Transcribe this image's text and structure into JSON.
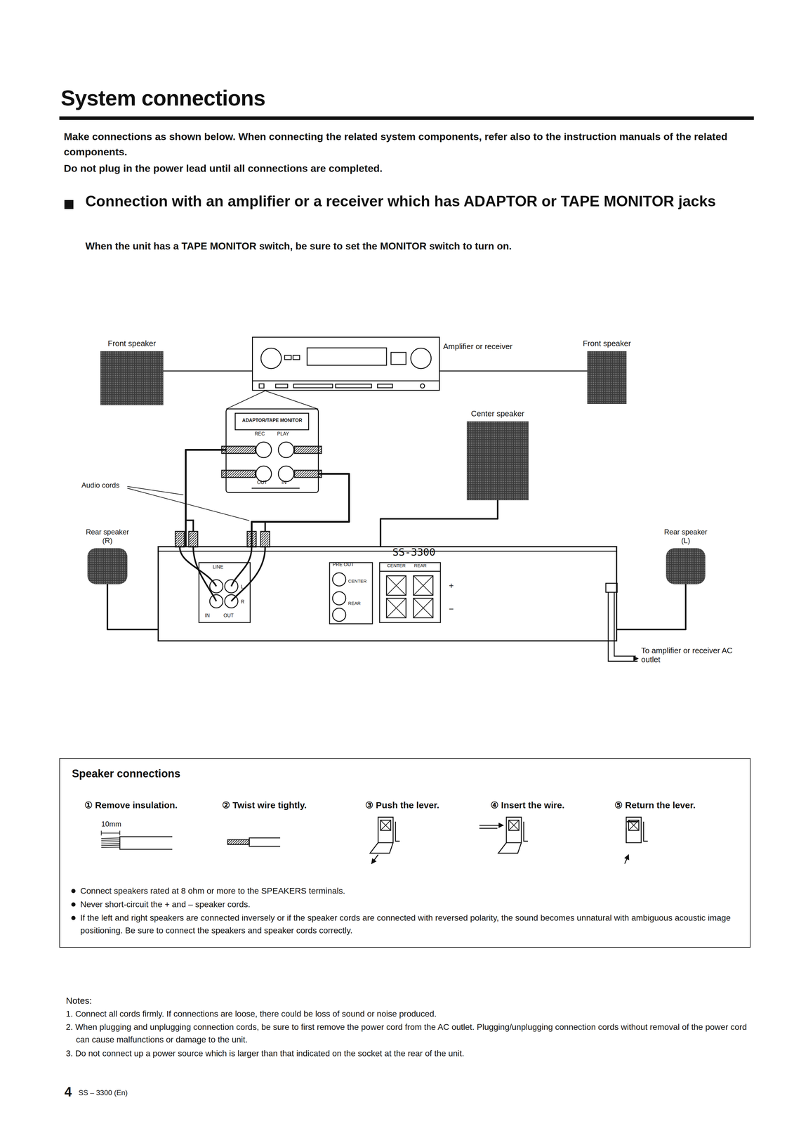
{
  "diagram": {
    "title": "System connections",
    "nodes": [
      {
        "text": [
          "Front speaker"
        ]
      },
      {
        "text": [
          "Amplifier or receiver"
        ]
      },
      {
        "text": [
          "Front speaker"
        ]
      },
      {
        "text": [
          "ADAPTOR/TAPE MONITOR"
        ]
      },
      {
        "text": [
          "Center speaker"
        ]
      },
      {
        "text": [
          "Rear speaker (R)"
        ]
      },
      {
        "text": [
          "SS-3300"
        ]
      },
      {
        "text": [
          "Rear speaker (L)"
        ]
      },
      {
        "text": [
          "Speaker connections"
        ]
      }
    ],
    "edges": [
      {
        "from": 0,
        "to": 1,
        "arrow": "none"
      },
      {
        "from": 1,
        "to": 2,
        "arrow": "none"
      },
      {
        "from": 4,
        "to": 6,
        "arrow": "none"
      },
      {
        "from": 5,
        "to": 6,
        "arrow": "none"
      },
      {
        "from": 7,
        "to": 6,
        "arrow": "none"
      },
      {
        "from": 3,
        "to": 6,
        "arrow": "none"
      },
      {
        "from": 3,
        "to": 6,
        "arrow": "none"
      }
    ],
    "labels": [
      "Make connections as shown below. When connecting the related system components, refer also to the instruction manuals of the related components.",
      "Do not plug in the power lead until all connections are completed.",
      "Connection with an amplifier or a receiver which has ADAPTOR or TAPE MONITOR jacks",
      "When the unit has a TAPE MONITOR switch, be sure to set the MONITOR switch to turn on.",
      "Audio cords",
      "REC",
      "PLAY",
      "OUT",
      "IN",
      "LINE",
      "IN",
      "OUT",
      "L",
      "R",
      "PRE OUT",
      "CENTER",
      "REAR",
      "CENTER",
      "REAR",
      "+",
      "−",
      "To amplifier or receiver AC outlet",
      "① Remove insulation.",
      "② Twist wire tightly.",
      "③ Push the lever.",
      "④ Insert the wire.",
      "⑤ Return the lever.",
      "10mm",
      "Connect speakers rated at 8 ohm or more to the SPEAKERS terminals.",
      "Never short-circuit the + and – speaker cords.",
      "If the left and right speakers are connected inversely or if the speaker cords are connected with reversed polarity, the sound becomes unnatural with ambiguous acoustic image positioning. Be sure to connect the speakers and speaker cords correctly.",
      "Notes:",
      "1. Connect all cords firmly. If connections are loose, there could be loss of sound or noise produced.",
      "2. When plugging and unplugging connection cords, be sure to first remove the power cord from the AC outlet. Plugging/unplugging connection cords without removal of the power cord can cause malfunctions or damage to the unit.",
      "3. Do not connect up a power source which is larger than that indicated on the socket at the rear of the unit.",
      "4",
      "SS – 3300 (En)"
    ]
  }
}
